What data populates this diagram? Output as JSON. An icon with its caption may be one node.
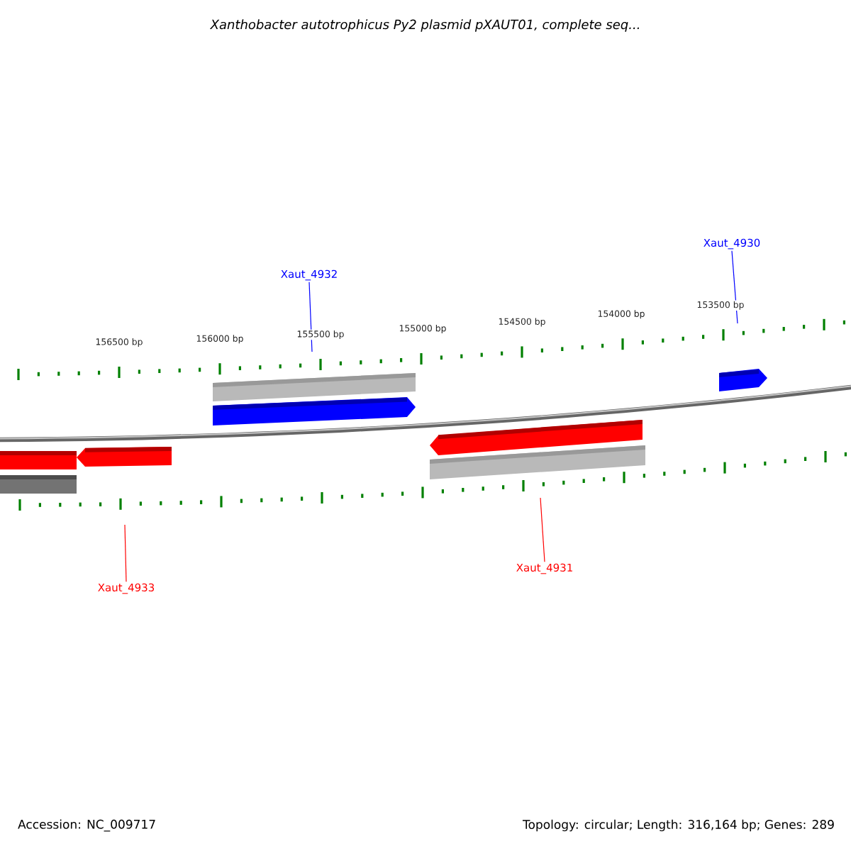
{
  "diagram": {
    "title": "Xanthobacter autotrophicus Py2 plasmid pXAUT01, complete seq...",
    "nodes": [
      {
        "text": [
          "Xaut_4932"
        ]
      },
      {
        "text": [
          "Xaut_4930"
        ]
      },
      {
        "text": [
          "Xaut_4933"
        ]
      },
      {
        "text": [
          "Xaut_4931"
        ]
      }
    ],
    "edges": [
      {
        "from": 0,
        "to": null,
        "arrow": "none",
        "color": "#0000ff"
      },
      {
        "from": 1,
        "to": null,
        "arrow": "none",
        "color": "#0000ff"
      },
      {
        "from": 2,
        "to": null,
        "arrow": "none",
        "color": "#ff0000"
      },
      {
        "from": 3,
        "to": null,
        "arrow": "none",
        "color": "#ff0000"
      }
    ],
    "labels": [
      "156500 bp",
      "156000 bp",
      "155500 bp",
      "155000 bp",
      "154500 bp",
      "154000 bp",
      "153500 bp",
      "Accession: NC_009717",
      "Topology: circular; Length: 316,164 bp; Genes: 289"
    ]
  }
}
